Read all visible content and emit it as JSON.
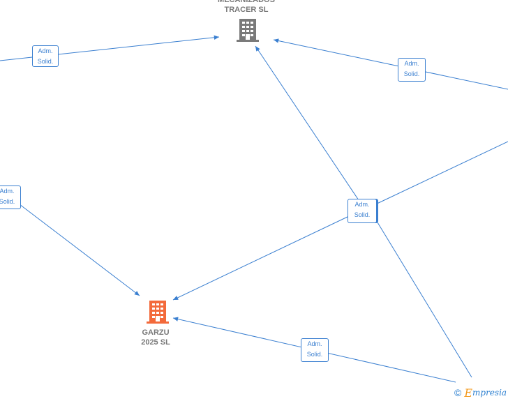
{
  "colors": {
    "edge": "#3a7fd0",
    "company_main": "#f36a3b",
    "company_other": "#7a7a7a",
    "label_text": "#3a7fd0",
    "node_text": "#777777"
  },
  "nodes": [
    {
      "id": "mecanizados",
      "label": "MECANIZADOS\nTRACER SL",
      "icon": "building-icon",
      "color": "#7a7a7a"
    },
    {
      "id": "garzu",
      "label": "GARZU\n2025  SL",
      "icon": "building-icon",
      "color": "#f36a3b"
    }
  ],
  "relations": [
    {
      "line1": "Adm.",
      "line2": "Solid."
    },
    {
      "line1": "Adm.",
      "line2": "Solid."
    },
    {
      "line1": "Adm.",
      "line2": "Solid."
    },
    {
      "line1": "Adm.",
      "line2": "Solid."
    },
    {
      "line1": "Adm.",
      "line2": "Solid."
    }
  ],
  "footer": {
    "copyright": "©",
    "brand_first": "E",
    "brand_rest": "mpresia"
  }
}
